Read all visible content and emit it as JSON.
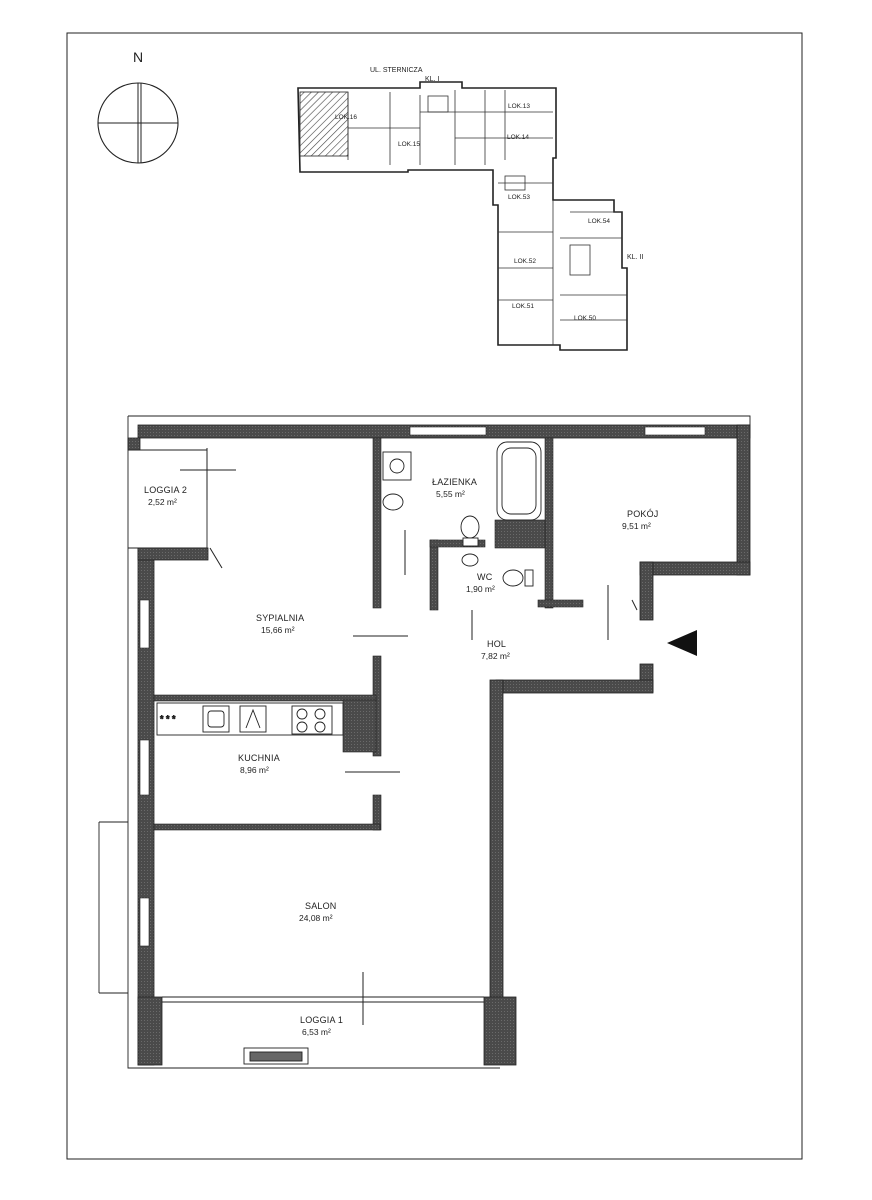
{
  "compass": {
    "north_label": "N"
  },
  "key_plan": {
    "street_label": "UL. STERNICZA",
    "stair_1_label": "KL. I",
    "stair_2_label": "KL. II",
    "units": [
      "LOK.16",
      "LOK.13",
      "LOK.14",
      "LOK.15",
      "LOK.53",
      "LOK.54",
      "LOK.52",
      "LOK.51",
      "LOK.50"
    ]
  },
  "rooms": {
    "loggia2": {
      "name": "LOGGIA 2",
      "area": "2,52 m²"
    },
    "lazienka": {
      "name": "ŁAZIENKA",
      "area": "5,55 m²"
    },
    "pokoj": {
      "name": "POKÓJ",
      "area": "9,51 m²"
    },
    "wc": {
      "name": "WC",
      "area": "1,90 m²"
    },
    "sypialnia": {
      "name": "SYPIALNIA",
      "area": "15,66 m²"
    },
    "hol": {
      "name": "HOL",
      "area": "7,82 m²"
    },
    "kuchnia": {
      "name": "KUCHNIA",
      "area": "8,96 m²"
    },
    "salon": {
      "name": "SALON",
      "area": "24,08 m²"
    },
    "loggia1": {
      "name": "LOGGIA 1",
      "area": "6,53 m²"
    }
  },
  "entrance_arrow_icon": "triangle-left-icon",
  "colors": {
    "wall": "#3a3a3a",
    "hatch": "#555555",
    "line": "#222222"
  }
}
